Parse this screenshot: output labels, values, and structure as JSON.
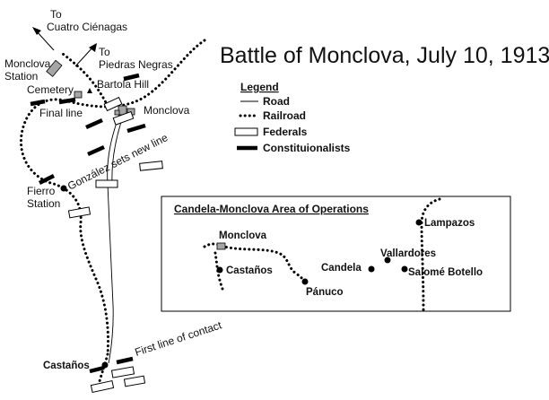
{
  "title": "Battle of Monclova, July 10, 1913",
  "legend": {
    "heading": "Legend",
    "road": "Road",
    "railroad": "Railroad",
    "federals": "Federals",
    "constitutionalists": "Constituionalists"
  },
  "labels": {
    "to_cuatro_1": "To",
    "to_cuatro_2": "Cuatro Ciénagas",
    "to_piedras_1": "To",
    "to_piedras_2": "Piedras Negras",
    "monclova_station_1": "Monclova",
    "monclova_station_2": "Station",
    "cemetery": "Cemetery",
    "bartola_hill": "Bartola Hill",
    "final_line": "Final line",
    "monclova": "Monclova",
    "gonzalez_line": "González sets new line",
    "fierro_station_1": "Fierro",
    "fierro_station_2": "Station",
    "first_line": "First line of contact",
    "castanos": "Castaños"
  },
  "inset": {
    "title": "Candela-Monclova Area of Operations",
    "places": {
      "monclova": "Monclova",
      "castanos": "Castaños",
      "panuco": "Pánuco",
      "candela": "Candela",
      "vallardores": "Vallardores",
      "lampazos": "Lampazos",
      "salome_botello": "Salomé Botello"
    }
  },
  "colors": {
    "background": "#ffffff",
    "ink": "#000000",
    "building": "#a6a6a6"
  }
}
